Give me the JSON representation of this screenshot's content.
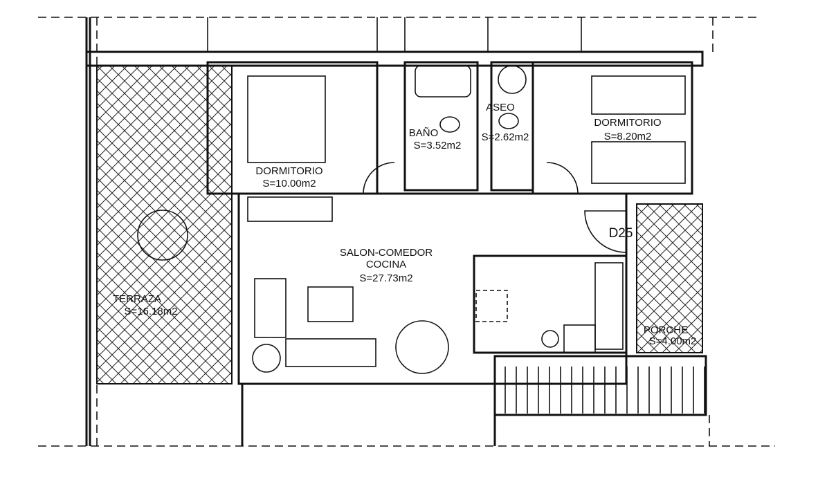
{
  "plan": {
    "rooms": {
      "bedroom1": {
        "name": "DORMITORIO",
        "area": "S=10.00m2"
      },
      "bathroom": {
        "name": "BAÑO",
        "area": "S=3.52m2"
      },
      "toilet": {
        "name": "ASEO",
        "area": "S=2.62m2"
      },
      "bedroom2": {
        "name": "DORMITORIO",
        "area": "S=8.20m2"
      },
      "living": {
        "name": "SALON-COMEDOR",
        "name2": "COCINA",
        "area": "S=27.73m2"
      },
      "terrace": {
        "name": "TERRAZA",
        "area": "S=16.18m2"
      },
      "porch": {
        "name": "PORCHE",
        "area": "S=4.00m2"
      }
    },
    "unit_code": "D25"
  }
}
